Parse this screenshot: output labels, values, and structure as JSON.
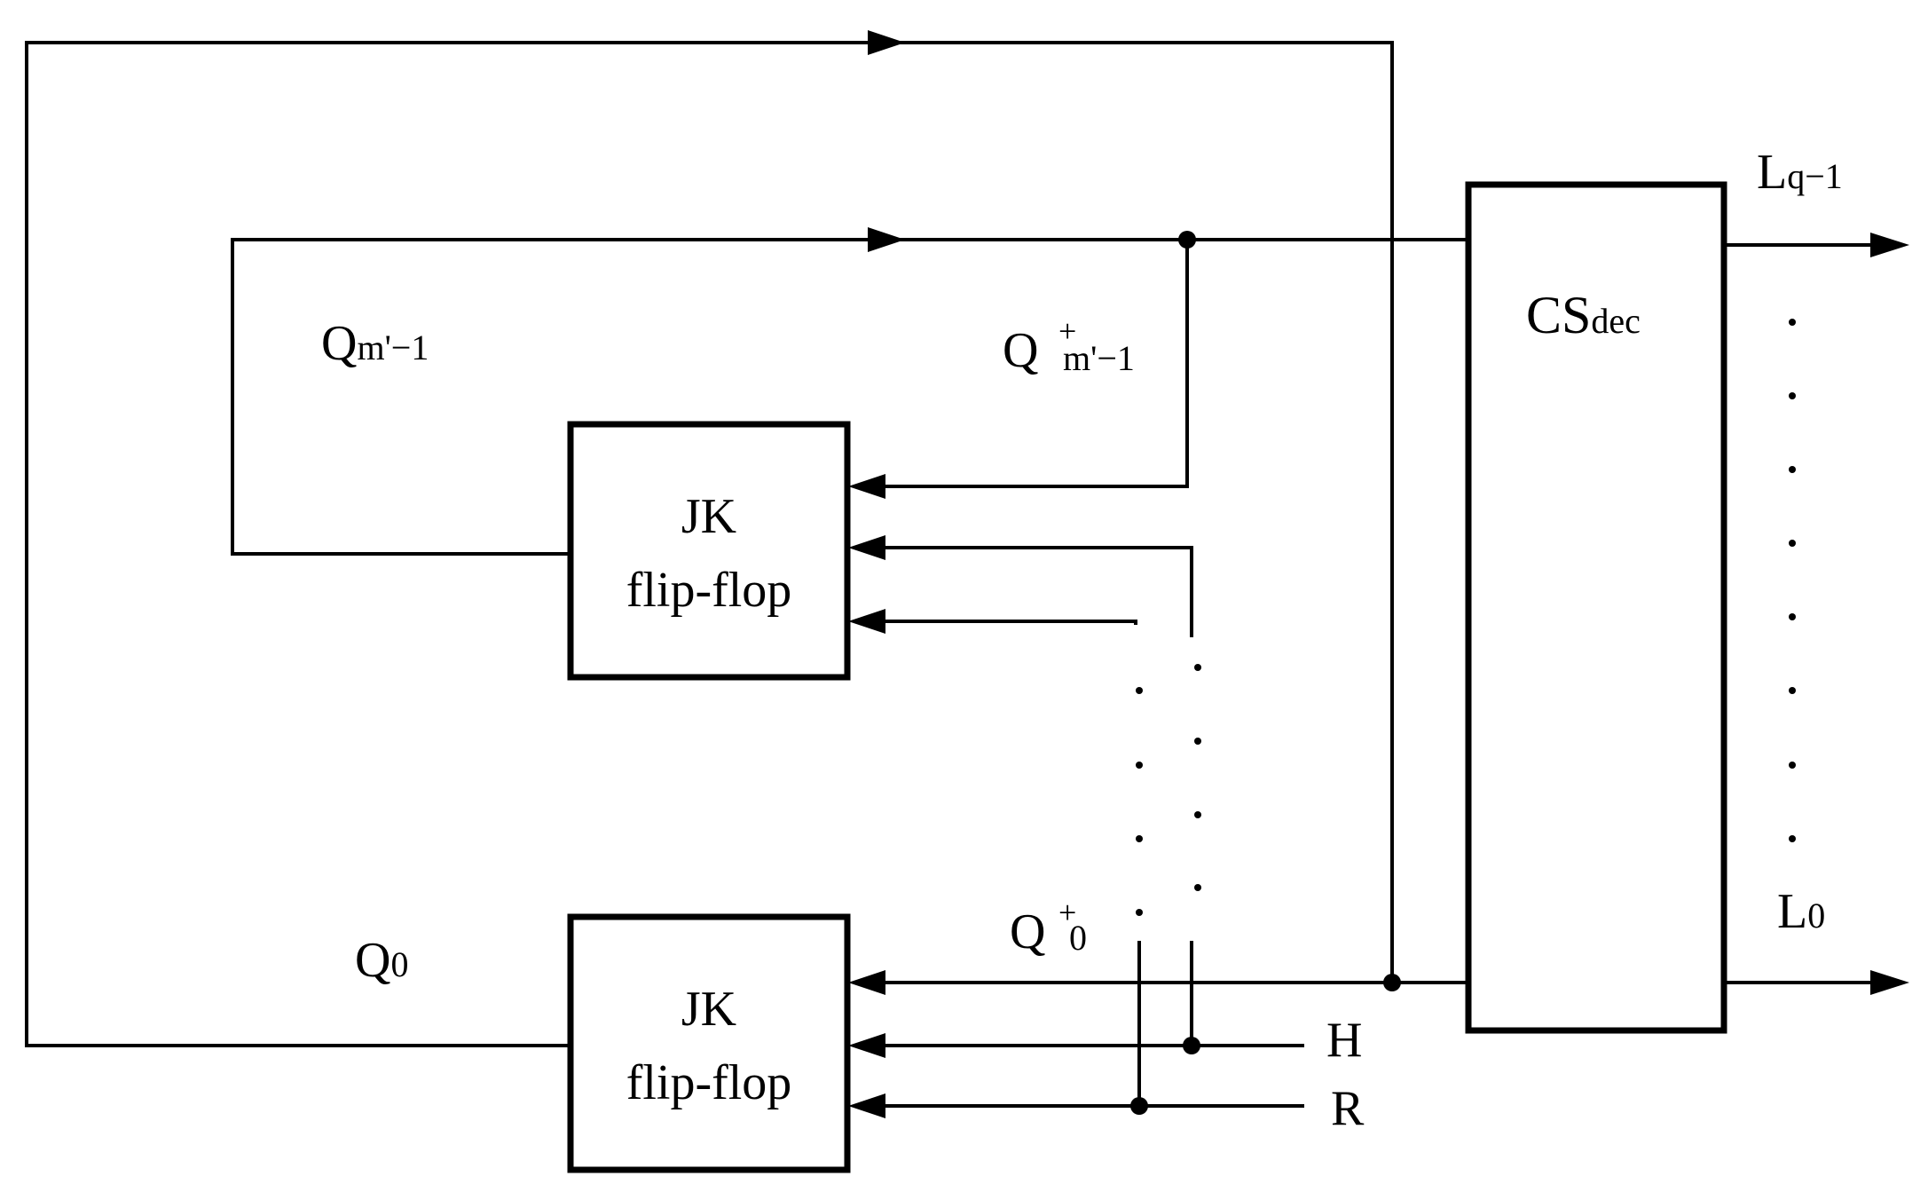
{
  "colors": {
    "stroke": "#000000",
    "background": "#ffffff"
  },
  "blocks": {
    "ff_top": {
      "line1": "JK",
      "line2": "flip-flop"
    },
    "ff_bottom": {
      "line1": "JK",
      "line2": "flip-flop"
    },
    "decoder": {
      "main": "CS",
      "sub": "dec"
    }
  },
  "labels": {
    "q_m1": {
      "main": "Q",
      "sub": "m'−1"
    },
    "q_plus_m1": {
      "main": "Q",
      "sup": "+",
      "sub": "m'−1"
    },
    "q0": {
      "main": "Q",
      "sub": "0"
    },
    "q_plus_0": {
      "main": "Q",
      "sup": "+",
      "sub": "0"
    },
    "h": "H",
    "r": "R",
    "l_q1": {
      "main": "L",
      "sub": "q−1"
    },
    "l0": {
      "main": "L",
      "sub": "0"
    }
  }
}
